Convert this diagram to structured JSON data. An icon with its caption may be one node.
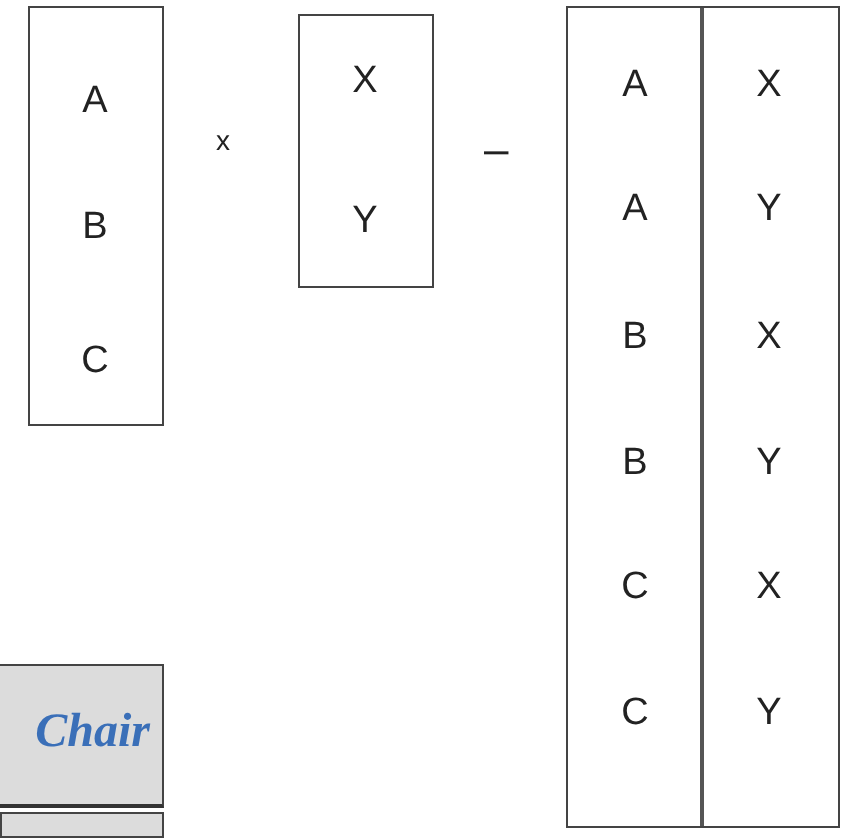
{
  "diagram": {
    "nodes": [
      {
        "text": [
          "A",
          "B",
          "C"
        ]
      },
      {
        "text": [
          "X",
          "Y"
        ]
      },
      {
        "text": [
          "A",
          "X",
          "A",
          "Y",
          "B",
          "X",
          "B",
          "Y",
          "C",
          "X",
          "C",
          "Y"
        ]
      },
      {
        "text": [
          "Chair"
        ]
      },
      {
        "text": [],
        "shape": "box"
      }
    ],
    "labels": [
      "x",
      "–"
    ]
  }
}
